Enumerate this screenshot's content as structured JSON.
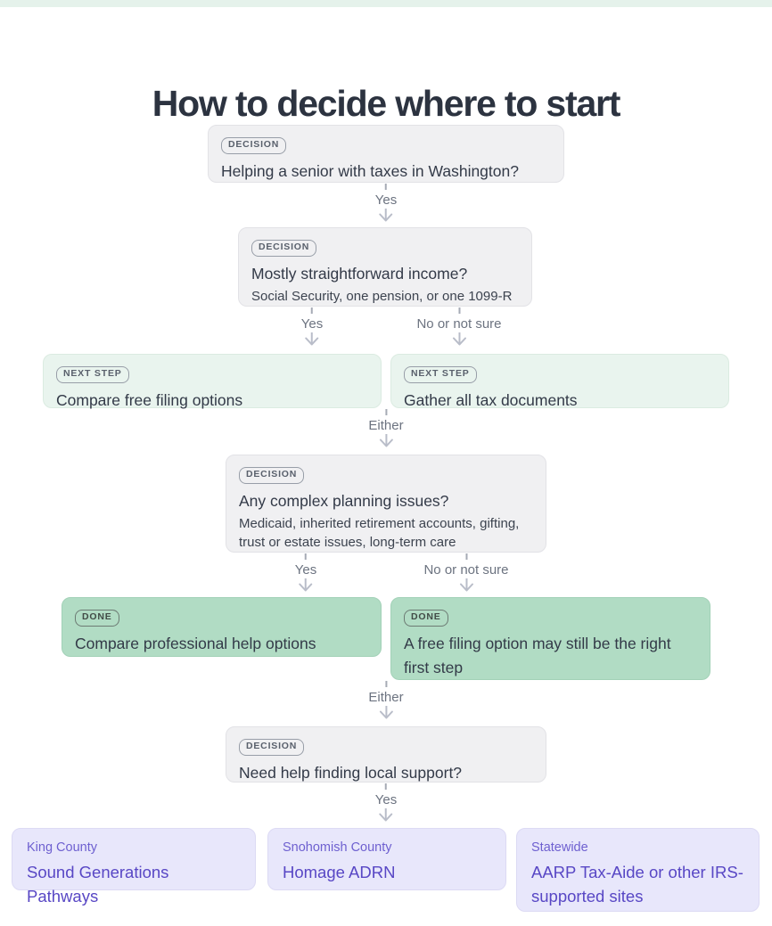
{
  "header": {
    "title": "How to decide where to start"
  },
  "nodes": {
    "q_washington": {
      "badge": "DECISION",
      "title": "Helping a senior with taxes in Washington?"
    },
    "q_income": {
      "badge": "DECISION",
      "title": "Mostly straightforward income?",
      "subtitle": "Social Security, one pension, or one 1099-R"
    },
    "step_compare_free": {
      "badge": "NEXT STEP",
      "title": "Compare free filing options"
    },
    "step_gather_docs": {
      "badge": "NEXT STEP",
      "title": "Gather all tax documents"
    },
    "q_complex": {
      "badge": "DECISION",
      "title": "Any complex planning issues?",
      "subtitle": "Medicaid, inherited retirement accounts, gifting, trust or estate issues, long-term care"
    },
    "done_professional": {
      "badge": "DONE",
      "title": "Compare professional help options"
    },
    "done_free_filing": {
      "badge": "DONE",
      "title": "A free filing option may still be the right first step"
    },
    "q_local_support": {
      "badge": "DECISION",
      "title": "Need help finding local support?"
    },
    "res_king": {
      "region": "King County",
      "name": "Sound Generations Pathways"
    },
    "res_snohomish": {
      "region": "Snohomish County",
      "name": "Homage ADRN"
    },
    "res_statewide": {
      "region": "Statewide",
      "name": "AARP Tax-Aide or other IRS-supported sites"
    }
  },
  "connectors": {
    "yes1": {
      "label": "Yes"
    },
    "yes2": {
      "label": "Yes"
    },
    "no2": {
      "label": "No or not sure"
    },
    "either1": {
      "label": "Either"
    },
    "yes3": {
      "label": "Yes"
    },
    "no3": {
      "label": "No or not sure"
    },
    "either2": {
      "label": "Either"
    },
    "yes4": {
      "label": "Yes"
    }
  },
  "colors": {
    "top_bar": "#e5f2eb",
    "decision_bg": "#f0f0f2",
    "next_step_bg": "#e9f4ee",
    "done_bg": "#b1dcc4",
    "resource_bg": "#e8e7fb",
    "resource_text": "#5847c5",
    "heading_text": "#2c3340",
    "connector_arrow": "#b9bdc9",
    "connector_label": "#6c7380"
  }
}
